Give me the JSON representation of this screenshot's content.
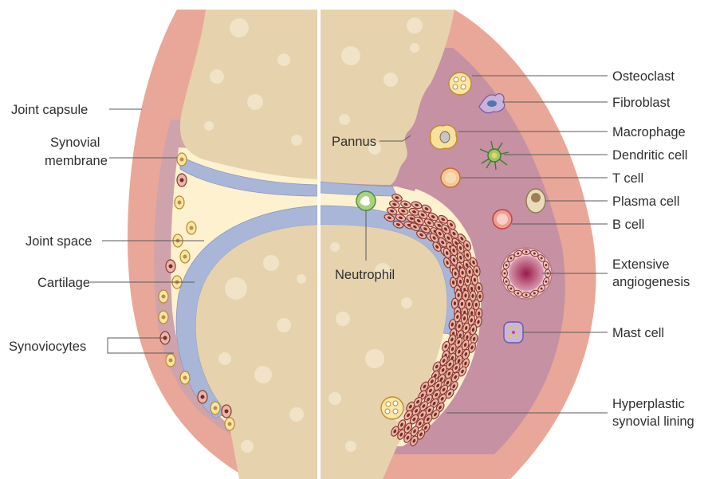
{
  "labels": {
    "left": {
      "joint_capsule": "Joint capsule",
      "synovial_membrane_line1": "Synovial",
      "synovial_membrane_line2": "membrane",
      "joint_space": "Joint space",
      "cartilage": "Cartilage",
      "synoviocytes": "Synoviocytes"
    },
    "center": {
      "pannus": "Pannus",
      "neutrophil": "Neutrophil"
    },
    "right": {
      "osteoclast": "Osteoclast",
      "fibroblast": "Fibroblast",
      "macrophage": "Macrophage",
      "dendritic_cell": "Dendritic cell",
      "t_cell": "T cell",
      "plasma_cell": "Plasma cell",
      "b_cell": "B cell",
      "extensive_angiogenesis_line1": "Extensive",
      "extensive_angiogenesis_line2": "angiogenesis",
      "mast_cell": "Mast cell",
      "hyperplastic_line1": "Hyperplastic",
      "hyperplastic_line2": "synovial lining"
    }
  },
  "colors": {
    "capsule": "#e9a799",
    "synovium_normal": "#cfa3ab",
    "synovium_inflamed": "#c591a3",
    "bone": "#e6d2ad",
    "cartilage": "#a9b6d8",
    "joint_space": "#fdf1cf",
    "divider": "#ffffff"
  }
}
